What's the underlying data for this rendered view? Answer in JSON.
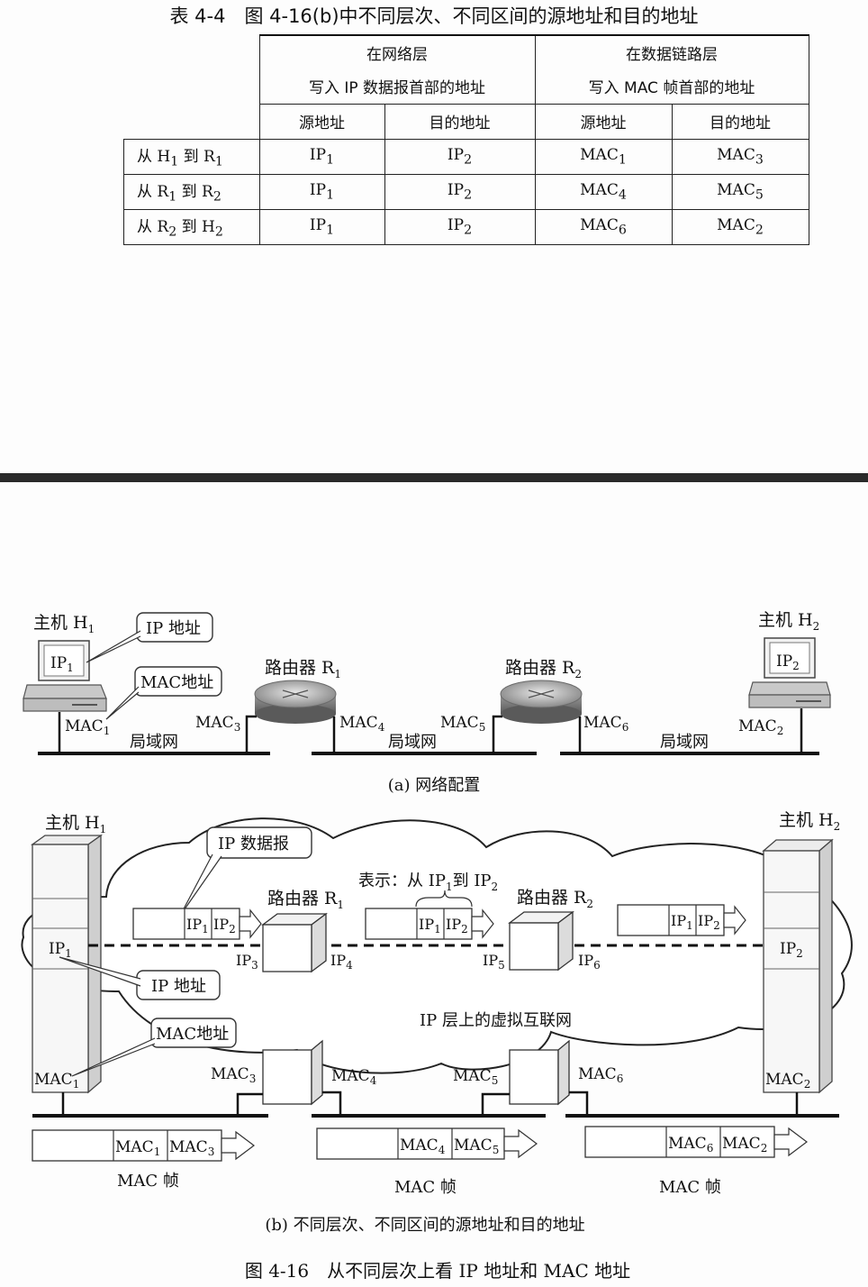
{
  "table": {
    "caption": "表 4-4　图 4-16(b)中不同层次、不同区间的源地址和目的地址",
    "group_network": [
      "在网络层",
      "写入 IP 数据报首部的地址"
    ],
    "group_link": [
      "在数据链路层",
      "写入 MAC 帧首部的地址"
    ],
    "sub_headers": [
      "源地址",
      "目的地址",
      "源地址",
      "目的地址"
    ],
    "rows": [
      {
        "label": [
          "从 H",
          "1",
          " 到 R",
          "1"
        ],
        "cells": [
          [
            "IP",
            "1"
          ],
          [
            "IP",
            "2"
          ],
          [
            "MAC",
            "1"
          ],
          [
            "MAC",
            "3"
          ]
        ]
      },
      {
        "label": [
          "从 R",
          "1",
          " 到 R",
          "2"
        ],
        "cells": [
          [
            "IP",
            "1"
          ],
          [
            "IP",
            "2"
          ],
          [
            "MAC",
            "4"
          ],
          [
            "MAC",
            "5"
          ]
        ]
      },
      {
        "label": [
          "从 R",
          "2",
          " 到 H",
          "2"
        ],
        "cells": [
          [
            "IP",
            "1"
          ],
          [
            "IP",
            "2"
          ],
          [
            "MAC",
            "6"
          ],
          [
            "MAC",
            "2"
          ]
        ]
      }
    ]
  },
  "fig_a": {
    "h1": [
      "主机 H",
      "1"
    ],
    "h2": [
      "主机 H",
      "2"
    ],
    "r1": [
      "路由器 R",
      "1"
    ],
    "r2": [
      "路由器 R",
      "2"
    ],
    "ip1": [
      "IP",
      "1"
    ],
    "ip2": [
      "IP",
      "2"
    ],
    "callout_ip": "IP 地址",
    "callout_mac": "MAC地址",
    "mac1": [
      "MAC",
      "1"
    ],
    "mac2": [
      "MAC",
      "2"
    ],
    "mac3": [
      "MAC",
      "3"
    ],
    "mac4": [
      "MAC",
      "4"
    ],
    "mac5": [
      "MAC",
      "5"
    ],
    "mac6": [
      "MAC",
      "6"
    ],
    "lan": "局域网",
    "caption": "(a) 网络配置"
  },
  "fig_b": {
    "h1": [
      "主机 H",
      "1"
    ],
    "h2": [
      "主机 H",
      "2"
    ],
    "callout_datagram": "IP 数据报",
    "meaning": [
      "表示：从 IP",
      "1",
      "到 IP",
      "2"
    ],
    "r1": [
      "路由器 R",
      "1"
    ],
    "r2": [
      "路由器 R",
      "2"
    ],
    "ip1": [
      "IP",
      "1"
    ],
    "ip2": [
      "IP",
      "2"
    ],
    "ip3": [
      "IP",
      "3"
    ],
    "ip4": [
      "IP",
      "4"
    ],
    "ip5": [
      "IP",
      "5"
    ],
    "ip6": [
      "IP",
      "6"
    ],
    "callout_ip": "IP 地址",
    "callout_mac": "MAC地址",
    "virtual_net": "IP 层上的虚拟互联网",
    "mac1": [
      "MAC",
      "1"
    ],
    "mac2": [
      "MAC",
      "2"
    ],
    "mac3": [
      "MAC",
      "3"
    ],
    "mac4": [
      "MAC",
      "4"
    ],
    "mac5": [
      "MAC",
      "5"
    ],
    "mac6": [
      "MAC",
      "6"
    ],
    "frame_label": "MAC 帧",
    "caption": "(b) 不同层次、不同区间的源地址和目的地址"
  },
  "figure_caption": "图 4-16　从不同层次上看 IP 地址和 MAC 地址"
}
